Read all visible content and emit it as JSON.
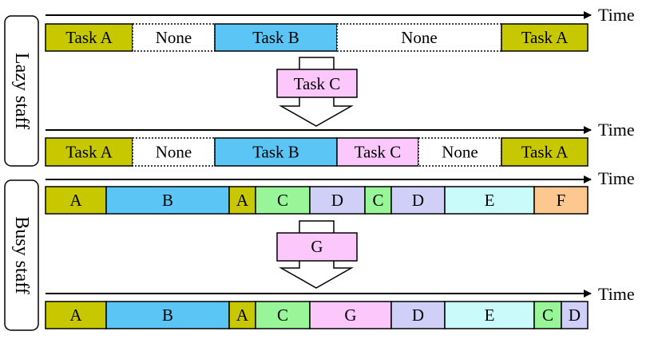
{
  "axis_label": "Time",
  "groups": [
    {
      "label": "Lazy staff"
    },
    {
      "label": "Busy staff"
    }
  ],
  "palette": {
    "A": "#c8c800",
    "B": "#5bc5f5",
    "C": "#98f598",
    "D": "#cfcff8",
    "E": "#c9fbfb",
    "F": "#fdc890",
    "insert": "#fcc8fc",
    "none": "#ffffff"
  },
  "lazy": {
    "before": [
      {
        "label": "Task A",
        "color": "A"
      },
      {
        "label": "None",
        "color": "none",
        "dotted": true
      },
      {
        "label": "Task B",
        "color": "B"
      },
      {
        "label": "None",
        "color": "none",
        "dotted": true
      },
      {
        "label": "Task A",
        "color": "A"
      }
    ],
    "inserted": {
      "label": "Task C"
    },
    "after": [
      {
        "label": "Task A",
        "color": "A"
      },
      {
        "label": "None",
        "color": "none",
        "dotted": true
      },
      {
        "label": "Task B",
        "color": "B"
      },
      {
        "label": "Task C",
        "color": "insert"
      },
      {
        "label": "None",
        "color": "none",
        "dotted": true
      },
      {
        "label": "Task A",
        "color": "A"
      }
    ]
  },
  "busy": {
    "before": [
      {
        "label": "A",
        "color": "A"
      },
      {
        "label": "B",
        "color": "B"
      },
      {
        "label": "A",
        "color": "A"
      },
      {
        "label": "C",
        "color": "C"
      },
      {
        "label": "D",
        "color": "D"
      },
      {
        "label": "C",
        "color": "C"
      },
      {
        "label": "D",
        "color": "D"
      },
      {
        "label": "E",
        "color": "E"
      },
      {
        "label": "F",
        "color": "F"
      }
    ],
    "inserted": {
      "label": "G"
    },
    "after": [
      {
        "label": "A",
        "color": "A"
      },
      {
        "label": "B",
        "color": "B"
      },
      {
        "label": "A",
        "color": "A"
      },
      {
        "label": "C",
        "color": "C"
      },
      {
        "label": "G",
        "color": "insert"
      },
      {
        "label": "D",
        "color": "D"
      },
      {
        "label": "E",
        "color": "E"
      },
      {
        "label": "C",
        "color": "C"
      },
      {
        "label": "D",
        "color": "D"
      }
    ]
  }
}
